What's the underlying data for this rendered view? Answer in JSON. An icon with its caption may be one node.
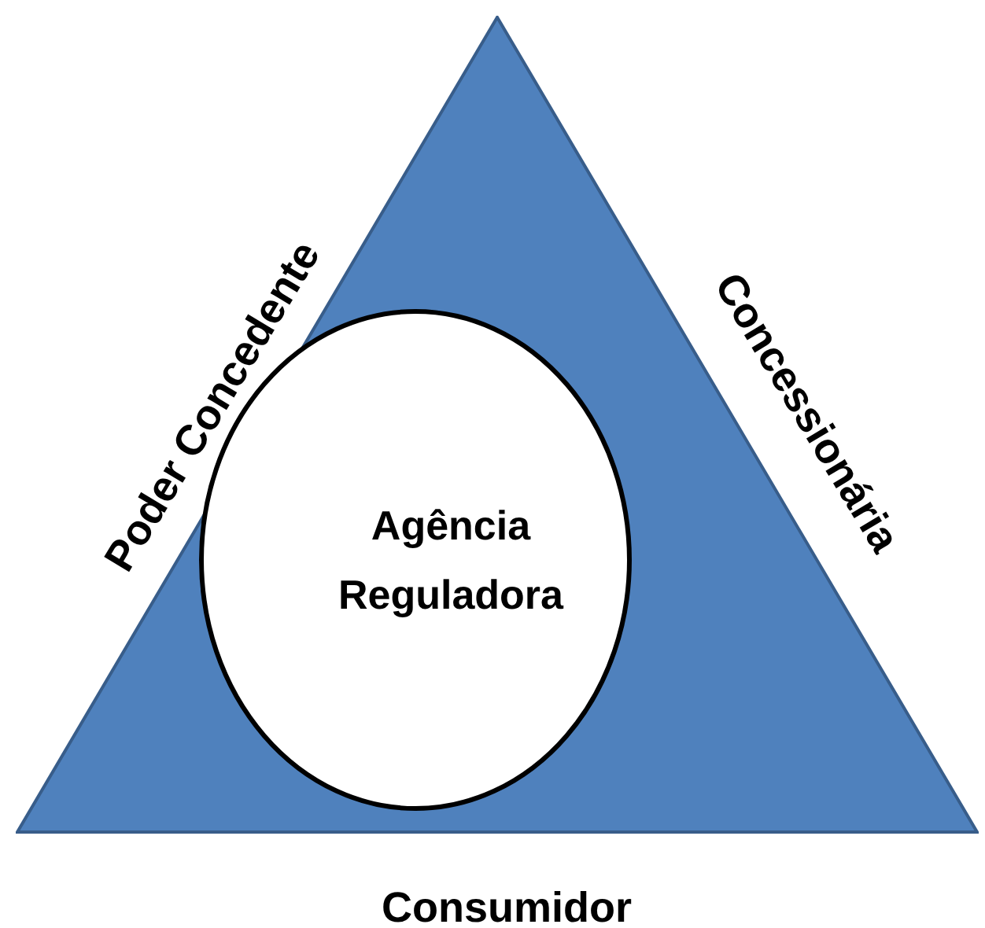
{
  "diagram": {
    "nodes": [
      {
        "text": [],
        "shape": "triangle"
      },
      {
        "text": [
          "Agência Reguladora"
        ],
        "in": 0
      }
    ],
    "edges": [],
    "labels": [
      "Poder Concedente",
      "Concessionária",
      "Consumidor"
    ]
  }
}
